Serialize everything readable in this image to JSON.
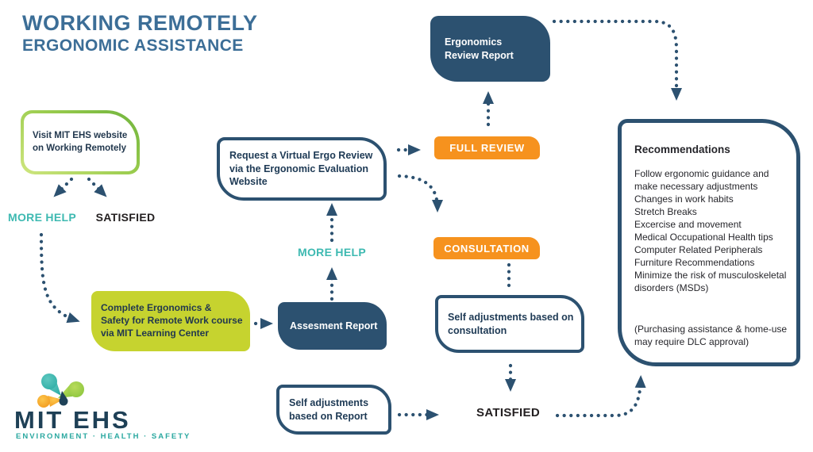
{
  "title": {
    "line1": "WORKING REMOTELY",
    "line2": "ERGONOMIC ASSISTANCE"
  },
  "flow": {
    "visit_box": "Visit MIT EHS website\non Working Remotely",
    "more_help_1": "MORE HELP",
    "satisfied_1": "SATISFIED",
    "course_box": "Complete Ergonomics &\nSafety for Remote Work course\nvia MIT Learning Center",
    "assessment_box": "Assesment Report",
    "more_help_2": "MORE HELP",
    "request_box": "Request a Virtual Ergo Review\nvia the Ergonomic Evaluation\nWebsite",
    "full_review_tag": "FULL REVIEW",
    "consultation_tag": "CONSULTATION",
    "ergo_review_report_box": "Ergonomics\nReview Report",
    "self_adjust_consultation_box": "Self adjustments based on\nconsultation",
    "self_adjust_report_box": "Self adjustments\nbased on Report",
    "satisfied_2": "SATISFIED",
    "recommendations": {
      "title": "Recommendations",
      "items": [
        "Follow ergonomic guidance and make necessary adjustments",
        "Changes in work habits",
        "Stretch Breaks",
        "Excercise and movement",
        "Medical Occupational Health tips",
        "Computer Related Peripherals",
        "Furniture Recommendations",
        "Minimize the risk of musculoskeletal disorders (MSDs)"
      ],
      "note": "(Purchasing assistance & home-use may require DLC approval)"
    }
  },
  "logo": {
    "icon": "pinwheel-icon",
    "name": "MIT EHS",
    "tagline": "ENVIRONMENT · HEALTH · SAFETY"
  },
  "colors": {
    "navy": "#2C5170",
    "steel_blue": "#3C6E97",
    "orange": "#F6921E",
    "teal": "#3DB9B1",
    "lime": "#C6D32F",
    "green": "#8DC63F",
    "ink": "#231F20"
  }
}
